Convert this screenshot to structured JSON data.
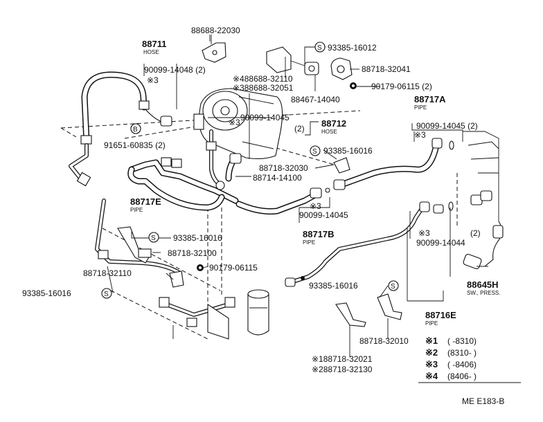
{
  "labels": {
    "p_88688_22030": "88688-22030",
    "p_88711": "88711",
    "p_88711_sub": "HOSE",
    "p_90099_14048": "90099-14048 (2)",
    "p_star3_a": "※3",
    "p_93385_16012": "93385-16012",
    "p_88718_32041": "88718-32041",
    "p_88688_32110": "※488688-32110",
    "p_88688_32051": "※388688-32051",
    "p_90179_06115_2": "90179-06115 (2)",
    "p_88467_14040": "88467-14040",
    "p_90099_14045_a": "90099-14045",
    "p_90099_14045_a2": "(2)",
    "p_star3_b": "※3",
    "p_88712": "88712",
    "p_88712_sub": "HOSE",
    "p_91651_60835": "91651-60835 (2)",
    "p_88717A": "88717A",
    "p_88717A_sub": "PIPE",
    "p_90099_14045_b": "90099-14045 (2)",
    "p_star3_c": "※3",
    "p_93385_16016_a": "93385-16016",
    "p_88718_32030": "88718-32030",
    "p_88714_14100": "88714-14100",
    "p_88717E": "88717E",
    "p_88717E_sub": "PIPE",
    "p_star3_d": "※3",
    "p_90099_14045_c": "90099-14045",
    "p_88717B": "88717B",
    "p_88717B_sub": "PIPE",
    "p_93385_16016_b": "93385-16016",
    "p_88718_32100": "88718-32100",
    "p_90179_06115": "90179-06115",
    "p_88718_32110": "88718-32110",
    "p_93385_16016_c": "93385-16016",
    "p_star3_e": "※3",
    "p_90099_14044": "90099-14044",
    "p_2": "(2)",
    "p_93385_16016_d": "93385-16016",
    "p_88645H": "88645H",
    "p_88645H_sub": "SW., PRESS.",
    "p_88716E": "88716E",
    "p_88716E_sub": "PIPE",
    "p_88718_32010": "88718-32010",
    "p_88718_32021": "※188718-32021",
    "p_88718_32130": "※288718-32130",
    "catalog": "ME E183-B"
  },
  "legend": [
    {
      "mark": "※1",
      "range": "(        -8310)"
    },
    {
      "mark": "※2",
      "range": "(8310-        )"
    },
    {
      "mark": "※3",
      "range": "(        -8406)"
    },
    {
      "mark": "※4",
      "range": "(8406-        )"
    }
  ],
  "icons": {
    "s_mark": "S",
    "b_mark": "B"
  }
}
